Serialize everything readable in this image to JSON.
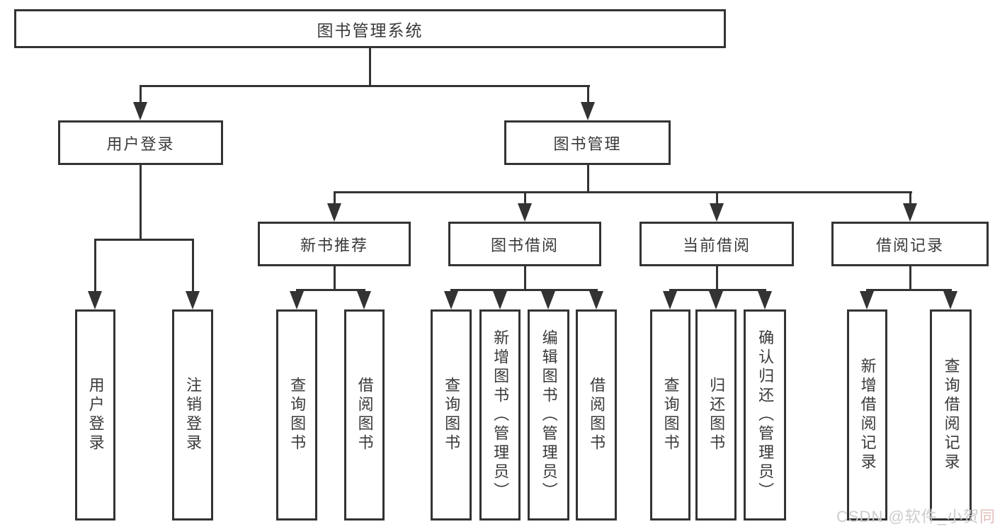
{
  "root": {
    "label": "图书管理系统"
  },
  "branches": {
    "user_login": {
      "label": "用户登录",
      "children": [
        {
          "label": "用户登录"
        },
        {
          "label": "注销登录"
        }
      ]
    },
    "book_mgmt": {
      "label": "图书管理",
      "children": [
        {
          "label": "新书推荐",
          "children": [
            {
              "label": "查询图书"
            },
            {
              "label": "借阅图书"
            }
          ]
        },
        {
          "label": "图书借阅",
          "children": [
            {
              "label": "查询图书"
            },
            {
              "label": "新增图书（管理员）"
            },
            {
              "label": "编辑图书（管理员）"
            },
            {
              "label": "借阅图书"
            }
          ]
        },
        {
          "label": "当前借阅",
          "children": [
            {
              "label": "查询图书"
            },
            {
              "label": "归还图书"
            },
            {
              "label": "确认归还（管理员）"
            }
          ]
        },
        {
          "label": "借阅记录",
          "children": [
            {
              "label": "新增借阅记录"
            },
            {
              "label": "查询借阅记录"
            }
          ]
        }
      ]
    }
  },
  "watermark": {
    "prefix": "CSDN @软件_小贺",
    "suffix": "同学"
  },
  "colors": {
    "line": "#333333",
    "box_background": "#ffffff",
    "text": "#3a3a3a",
    "watermark_gray": "#cccccc",
    "watermark_pink": "#e0bdb8"
  }
}
